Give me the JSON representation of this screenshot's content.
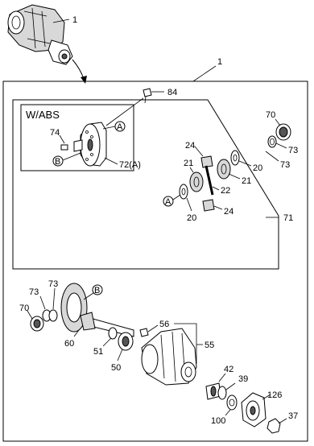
{
  "labels": {
    "top_assembly": "1",
    "main_assembly": "1",
    "w_abs": "W/ABS",
    "bolt_84": "84",
    "p70_top": "70",
    "p73_a": "73",
    "p73_b": "73",
    "p24_top": "24",
    "p20_top": "20",
    "p21_a": "21",
    "p21_b": "21",
    "p22": "22",
    "p24_bot": "24",
    "p20_bot": "20",
    "p71": "71",
    "p74": "74",
    "p72a": "72(A)",
    "marker_a_box": "A",
    "marker_b_box": "B",
    "marker_a_case": "A",
    "marker_b_gear": "B",
    "p73_l1": "73",
    "p73_l2": "73",
    "p70_l": "70",
    "p60": "60",
    "p51": "51",
    "p50": "50",
    "p56": "56",
    "p55": "55",
    "p42": "42",
    "p39": "39",
    "p126": "126",
    "p100": "100",
    "p37": "37"
  }
}
